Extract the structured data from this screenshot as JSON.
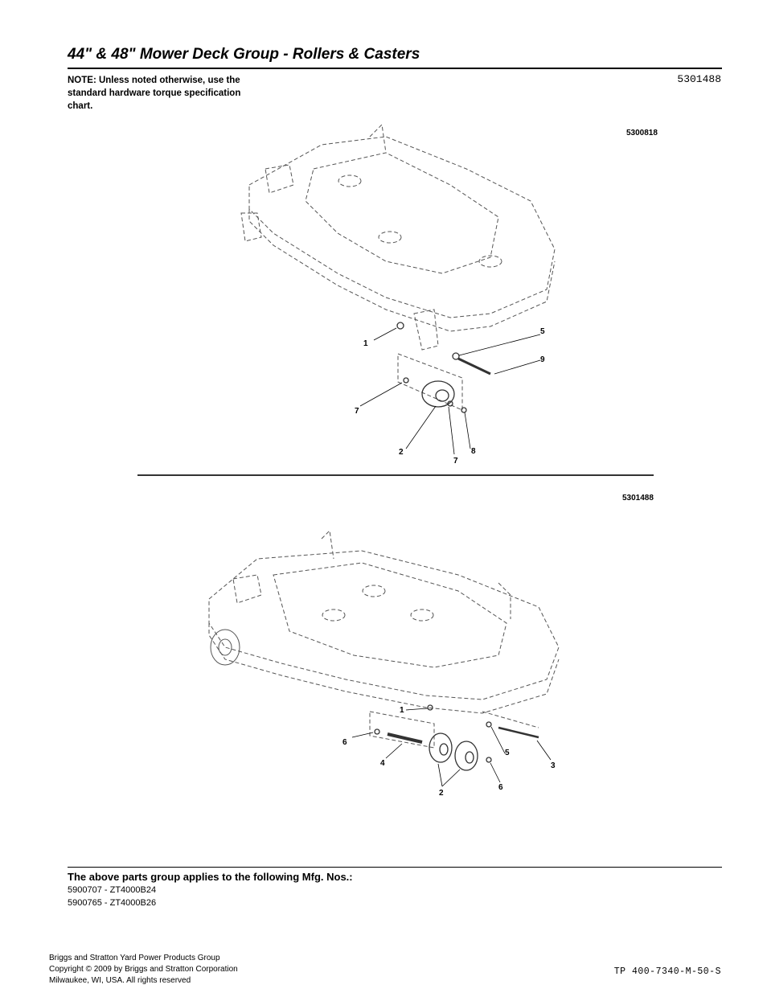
{
  "header": {
    "title": "44\" & 48\" Mower Deck Group - Rollers & Casters",
    "note": "NOTE: Unless noted otherwise, use the standard hardware torque specification chart.",
    "doc_number": "5301488"
  },
  "figure_top": {
    "figure_number": "5300818",
    "callouts": [
      "1",
      "5",
      "9",
      "7",
      "2",
      "7",
      "8"
    ]
  },
  "figure_bottom": {
    "figure_number": "5301488",
    "callouts": [
      "1",
      "6",
      "5",
      "3",
      "4",
      "2",
      "6"
    ]
  },
  "applicability": {
    "heading": "The above parts group applies to the following Mfg. Nos.:",
    "items": [
      "5900707 - ZT4000B24",
      "5900765 - ZT4000B26"
    ]
  },
  "footer": {
    "company_lines": [
      "Briggs and Stratton Yard Power Products Group",
      "Copyright ©  2009 by Briggs and Stratton Corporation",
      "Milwaukee, WI, USA. All rights reserved"
    ],
    "document_id": "TP 400-7340-M-50-S"
  },
  "colors": {
    "line_art": "#555555",
    "text": "#000000"
  }
}
